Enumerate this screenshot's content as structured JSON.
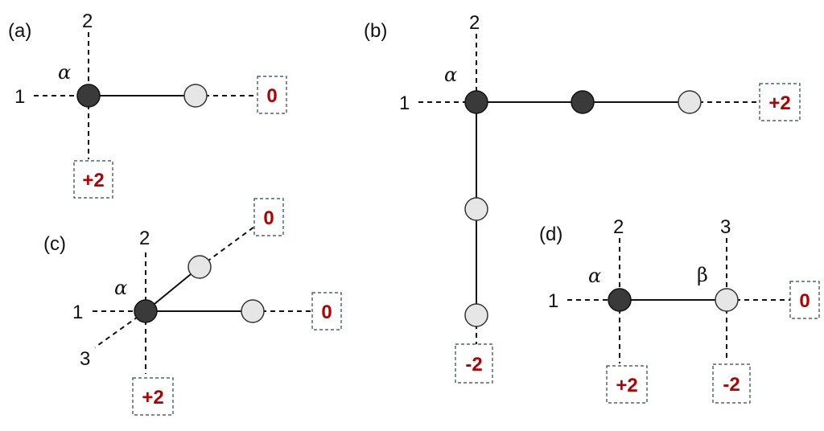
{
  "panels": {
    "a": {
      "tag": "(a)",
      "leg_labels": [
        "2",
        "1"
      ],
      "vertex_label": "α",
      "charges": [
        "0",
        "+2"
      ]
    },
    "b": {
      "tag": "(b)",
      "leg_labels": [
        "2",
        "1"
      ],
      "vertex_label": "α",
      "charges": [
        "+2",
        "-2"
      ]
    },
    "c": {
      "tag": "(c)",
      "leg_labels": [
        "2",
        "1",
        "3"
      ],
      "vertex_label": "α",
      "charges": [
        "0",
        "0",
        "+2"
      ]
    },
    "d": {
      "tag": "(d)",
      "leg_labels": [
        "2",
        "1",
        "3"
      ],
      "vertex_labels": [
        "α",
        "β"
      ],
      "charges": [
        "0",
        "+2",
        "-2"
      ]
    }
  }
}
